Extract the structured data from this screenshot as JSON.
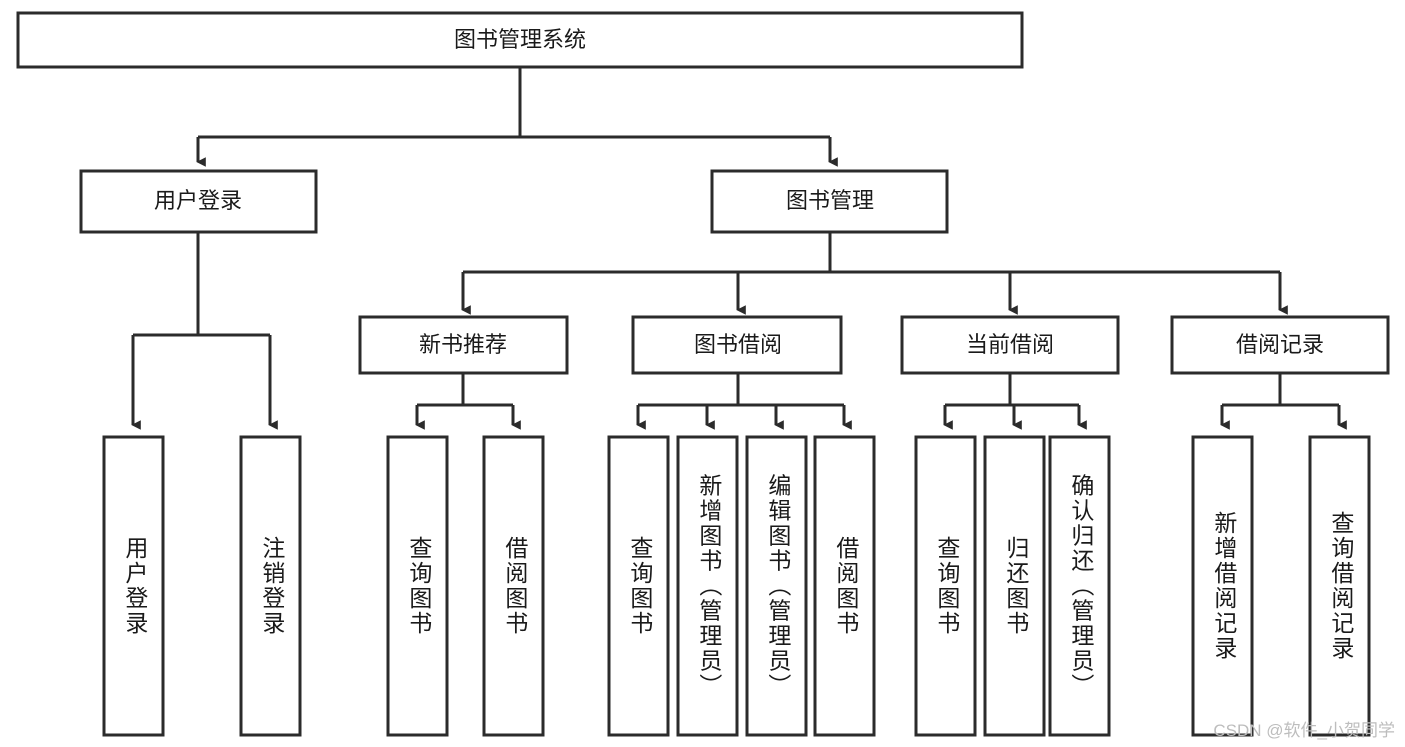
{
  "diagram": {
    "title": "图书管理系统",
    "watermark": "CSDN @软件_小贺同学",
    "colors": {
      "stroke": "#2b2b2b",
      "box_fill": "#ffffff",
      "text": "#1a1a1a",
      "background": "#ffffff",
      "watermark": "#bdbdbd"
    },
    "root": {
      "label": "图书管理系统"
    },
    "level1": [
      {
        "label": "用户登录"
      },
      {
        "label": "图书管理"
      }
    ],
    "level2": [
      {
        "label": "新书推荐"
      },
      {
        "label": "图书借阅"
      },
      {
        "label": "当前借阅"
      },
      {
        "label": "借阅记录"
      }
    ],
    "leaves": {
      "user_login": [
        {
          "label": "用户登录"
        },
        {
          "label": "注销登录"
        }
      ],
      "new_book_recommend": [
        {
          "label": "查询图书"
        },
        {
          "label": "借阅图书"
        }
      ],
      "book_borrow": [
        {
          "label": "查询图书"
        },
        {
          "label": "新增图书（管理员）"
        },
        {
          "label": "编辑图书（管理员）"
        },
        {
          "label": "借阅图书"
        }
      ],
      "current_borrow": [
        {
          "label": "查询图书"
        },
        {
          "label": "归还图书"
        },
        {
          "label": "确认归还（管理员）"
        }
      ],
      "borrow_record": [
        {
          "label": "新增借阅记录"
        },
        {
          "label": "查询借阅记录"
        }
      ]
    }
  }
}
